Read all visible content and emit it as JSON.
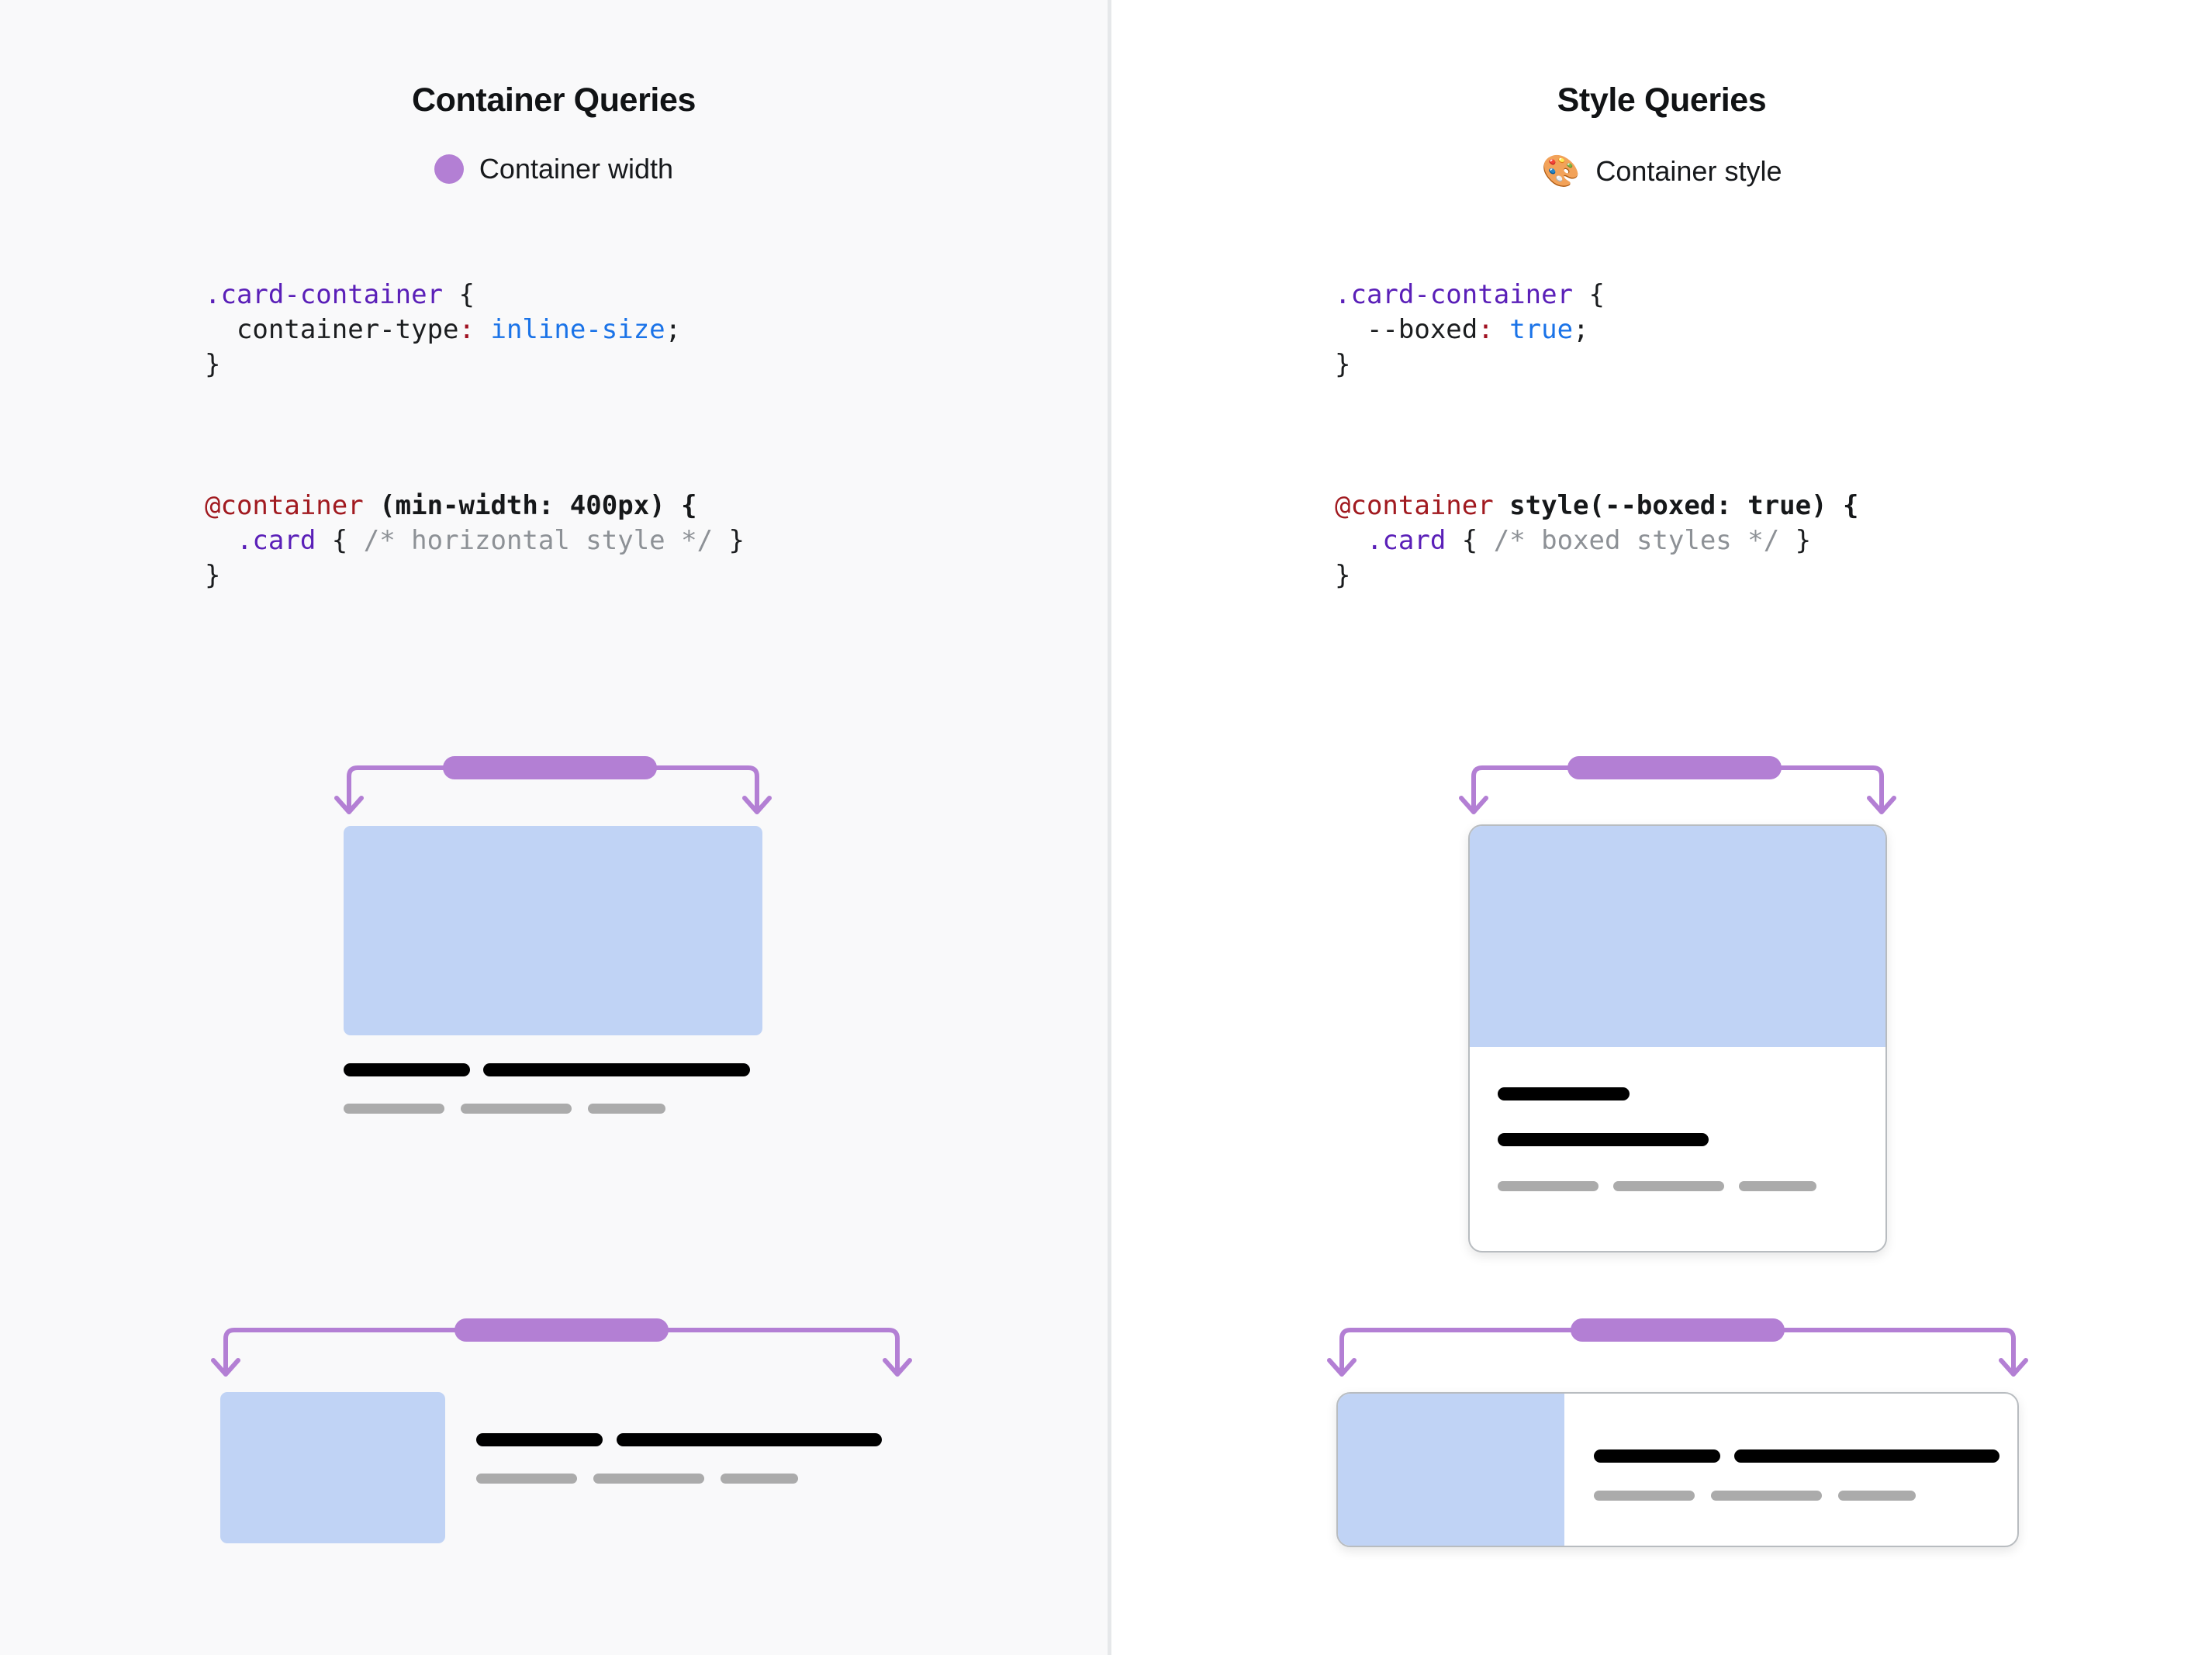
{
  "panels": [
    {
      "id": "container-queries",
      "title": "Container Queries",
      "legend": {
        "icon": "purple-dot",
        "emoji": "",
        "label": "Container width"
      },
      "code": {
        "block1": {
          "selector": ".card-container",
          "open_brace": " {",
          "property": "  container-type",
          "colon": ":",
          "value": " inline-size",
          "semicolon": ";",
          "close_brace": "}"
        },
        "block2": {
          "at_rule": "@container",
          "condition": " (min-width: 400px)",
          "open_brace": " {",
          "inner_selector": "  .card",
          "inner_open": " { ",
          "comment": "/* horizontal style */",
          "inner_close": " }",
          "close_brace": "}"
        }
      },
      "demos": [
        {
          "name": "narrow-card-stacked",
          "layout": "stacked",
          "boxed": false
        },
        {
          "name": "wide-card-horizontal",
          "layout": "horizontal",
          "boxed": false
        }
      ]
    },
    {
      "id": "style-queries",
      "title": "Style Queries",
      "legend": {
        "icon": "palette-emoji",
        "emoji": "🎨",
        "label": "Container style"
      },
      "code": {
        "block1": {
          "selector": ".card-container",
          "open_brace": " {",
          "property": "  --boxed",
          "colon": ":",
          "value": " true",
          "semicolon": ";",
          "close_brace": "}"
        },
        "block2": {
          "at_rule": "@container",
          "condition": " style(--boxed: true)",
          "open_brace": " {",
          "inner_selector": "  .card",
          "inner_open": " { ",
          "comment": "/* boxed styles */",
          "inner_close": " }",
          "close_brace": "}"
        }
      },
      "demos": [
        {
          "name": "narrow-card-boxed",
          "layout": "stacked",
          "boxed": true
        },
        {
          "name": "wide-card-boxed",
          "layout": "horizontal",
          "boxed": true
        }
      ]
    }
  ],
  "colors": {
    "accent_purple": "#b37fd4",
    "image_blue": "#c0d3f5",
    "panel_left_bg": "#f9f9fa",
    "panel_right_bg": "#ffffff",
    "divider": "#e6e8ea",
    "bar_primary": "#000000",
    "bar_secondary": "#ababab",
    "card_border": "#b8bcc0",
    "syntax_selector": "#5a1fb8",
    "syntax_value": "#1a73e8",
    "syntax_atrule": "#a11a20",
    "syntax_colon": "#a01020",
    "syntax_comment": "#8d9196"
  }
}
